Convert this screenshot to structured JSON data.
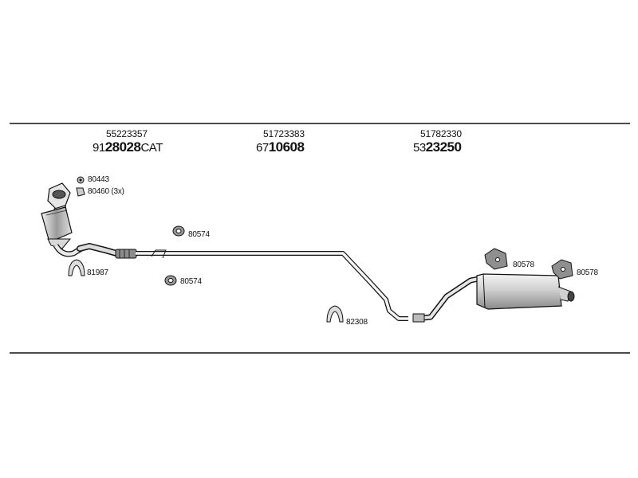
{
  "header": {
    "groups": [
      {
        "oem": "55223357",
        "prefix": "91",
        "main": "28028",
        "suffix": "CAT"
      },
      {
        "oem": "51723383",
        "prefix": "67",
        "main": "10608",
        "suffix": ""
      },
      {
        "oem": "51782330",
        "prefix": "53",
        "main": "23250",
        "suffix": ""
      }
    ]
  },
  "parts": {
    "p80443": "80443",
    "p80460": "80460 (3x)",
    "p81987": "81987",
    "p80574a": "80574",
    "p80574b": "80574",
    "p82308": "82308",
    "p80578a": "80578",
    "p80578b": "80578"
  },
  "colors": {
    "line": "#111111",
    "part_fill": "#bdbdbd",
    "part_dark": "#6f6f6f"
  }
}
